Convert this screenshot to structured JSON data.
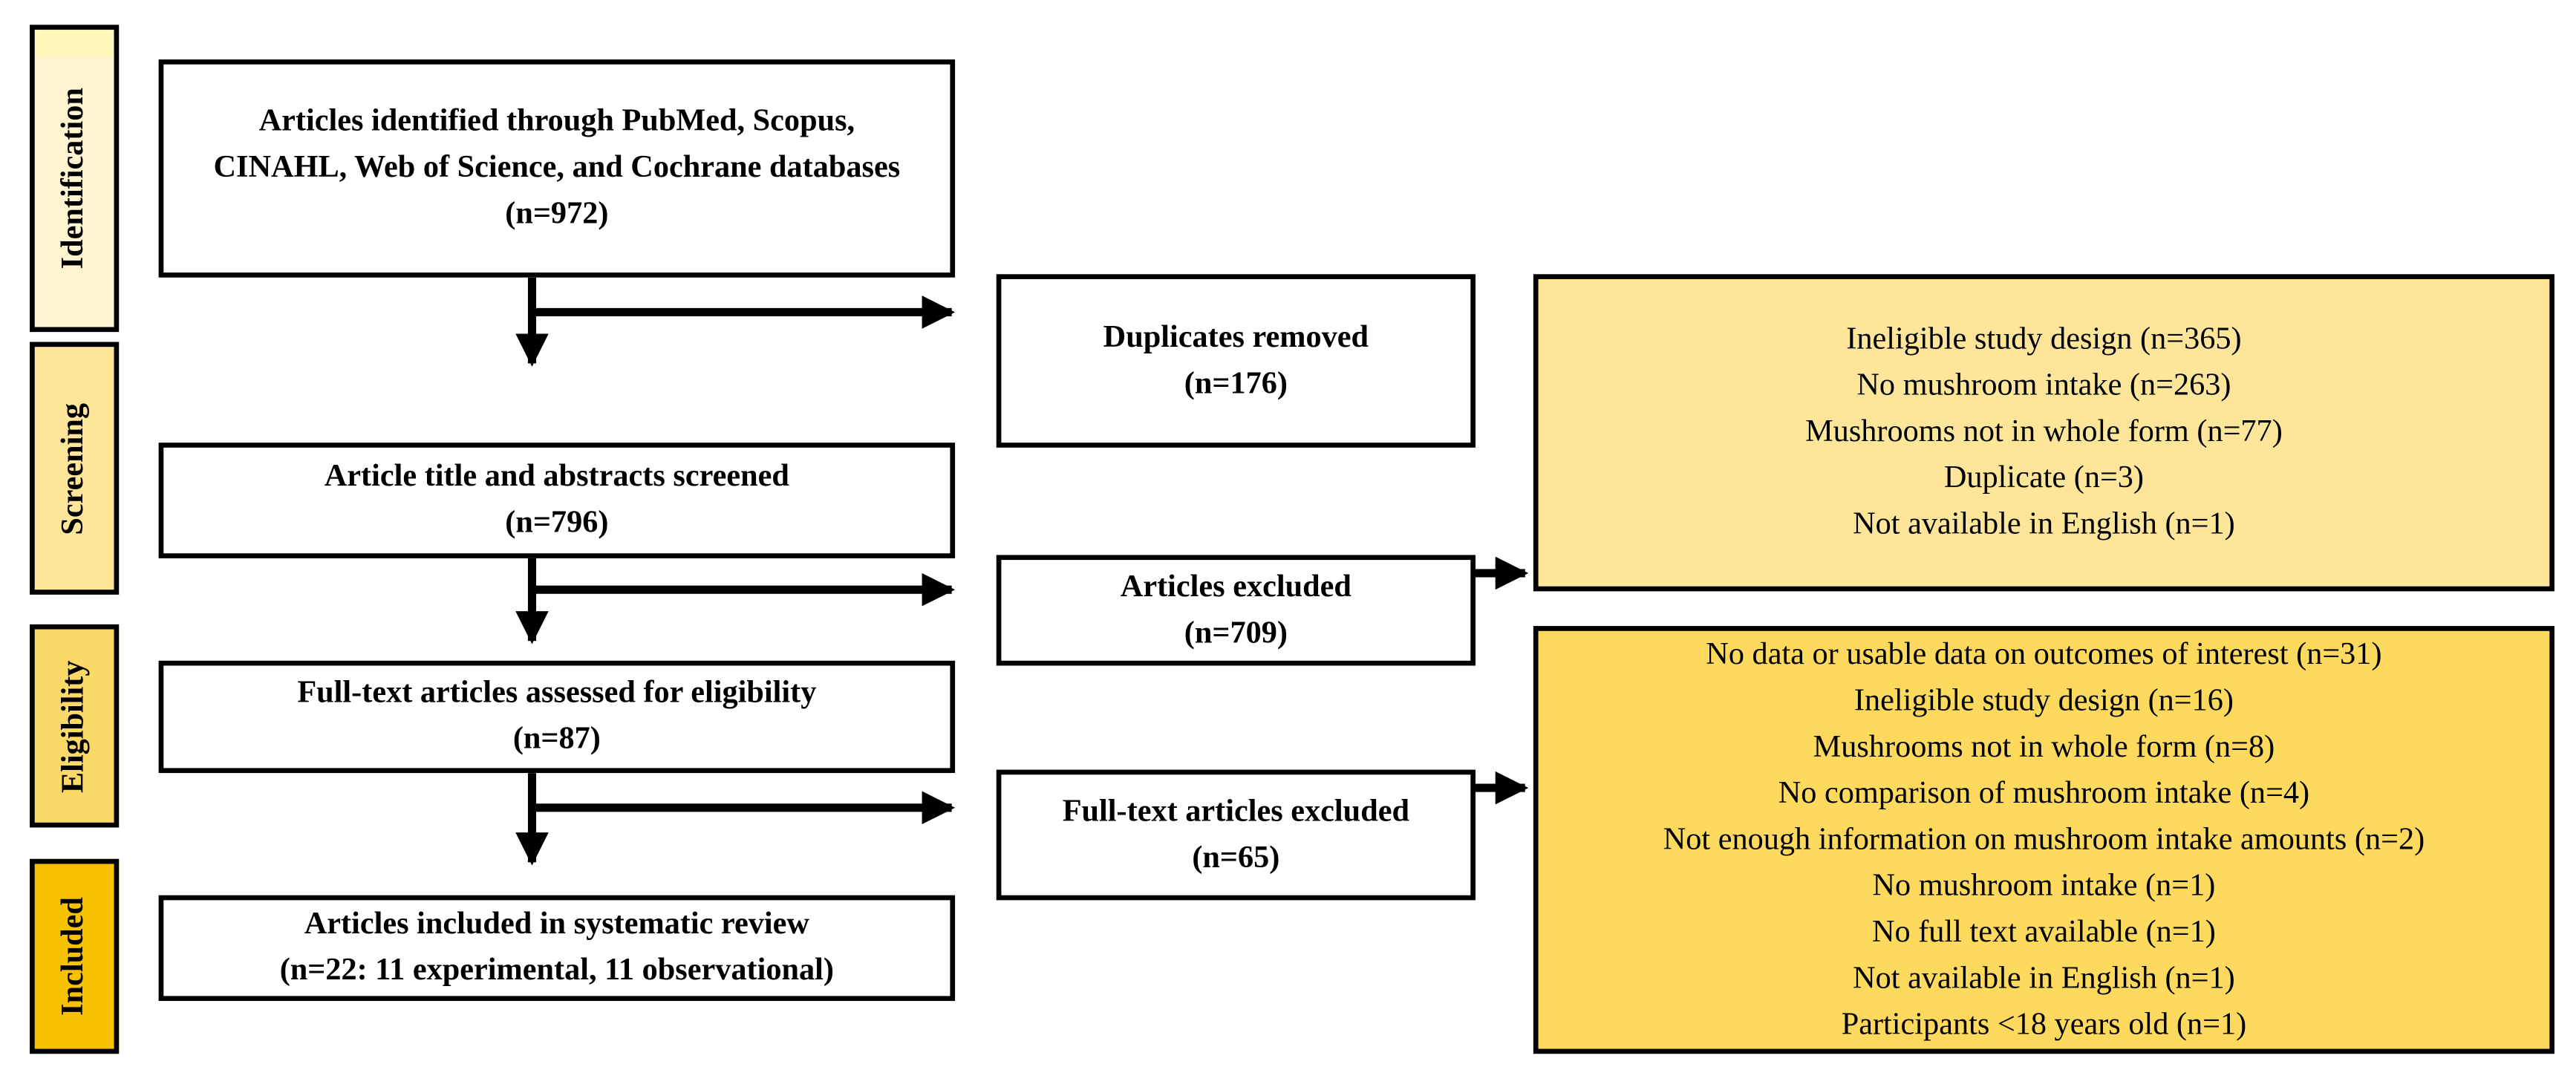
{
  "stages": {
    "identification": "Identification",
    "screening": "Screening",
    "eligibility": "Eligibility",
    "included": "Included"
  },
  "identified": {
    "text": "Articles identified through PubMed, Scopus, CINAHL, Web of Science, and Cochrane databases",
    "count": "(n=972)"
  },
  "duplicates": {
    "text": "Duplicates removed",
    "count": "(n=176)"
  },
  "screened": {
    "text": "Article title and abstracts screened",
    "count": "(n=796)"
  },
  "articles_excluded": {
    "text": "Articles excluded",
    "count": "(n=709)"
  },
  "screening_reasons": [
    "Ineligible study design (n=365)",
    "No mushroom intake (n=263)",
    "Mushrooms not in whole form (n=77)",
    "Duplicate (n=3)",
    "Not available in English (n=1)"
  ],
  "fulltext_assessed": {
    "text": "Full-text articles assessed for eligibility",
    "count": "(n=87)"
  },
  "fulltext_excluded": {
    "text": "Full-text articles excluded",
    "count": "(n=65)"
  },
  "fulltext_reasons": [
    "No data or usable data on outcomes of interest (n=31)",
    "Ineligible study design (n=16)",
    "Mushrooms not in whole form (n=8)",
    "No comparison of mushroom intake (n=4)",
    "Not enough information on mushroom intake amounts (n=2)",
    "No mushroom intake (n=1)",
    "No full text available (n=1)",
    "Not available in English (n=1)",
    "Participants <18 years old (n=1)"
  ],
  "included": {
    "text": "Articles included in systematic review",
    "count": "(n=22: 11 experimental, 11 observational)"
  }
}
